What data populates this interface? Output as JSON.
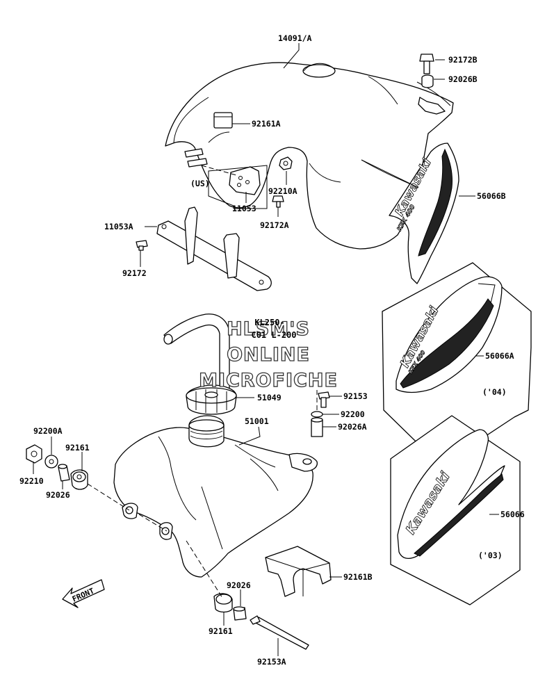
{
  "labels": {
    "p14091A": "14091/A",
    "p92172B": "92172B",
    "p92026B": "92026B",
    "p92161A": "92161A",
    "p56066B": "56066B",
    "pUS": "(US)",
    "p92210A": "92210A",
    "p11053": "11053",
    "p92172A": "92172A",
    "p11053A": "11053A",
    "p92172": "92172",
    "p56066A": "56066A",
    "y04": "('04)",
    "p51049": "51049",
    "p92153": "92153",
    "p92200": "92200",
    "p92026A": "92026A",
    "p92200A": "92200A",
    "p92161": "92161",
    "p51001": "51001",
    "p92210": "92210",
    "p92026": "92026",
    "p56066": "56066",
    "y03": "('03)",
    "p92161B": "92161B",
    "p92026b": "92026",
    "p92161b": "92161",
    "p92153A": "92153A"
  },
  "watermark": {
    "line1": "HLSM'S",
    "line2": "ONLINE",
    "line3": "MICROFICHE",
    "overprint1": "KL250-",
    "overprint2": "C01 L-200"
  },
  "decals": {
    "brand": "Kawasaki",
    "model": "KFX 400"
  },
  "front_marker": "FRONT"
}
